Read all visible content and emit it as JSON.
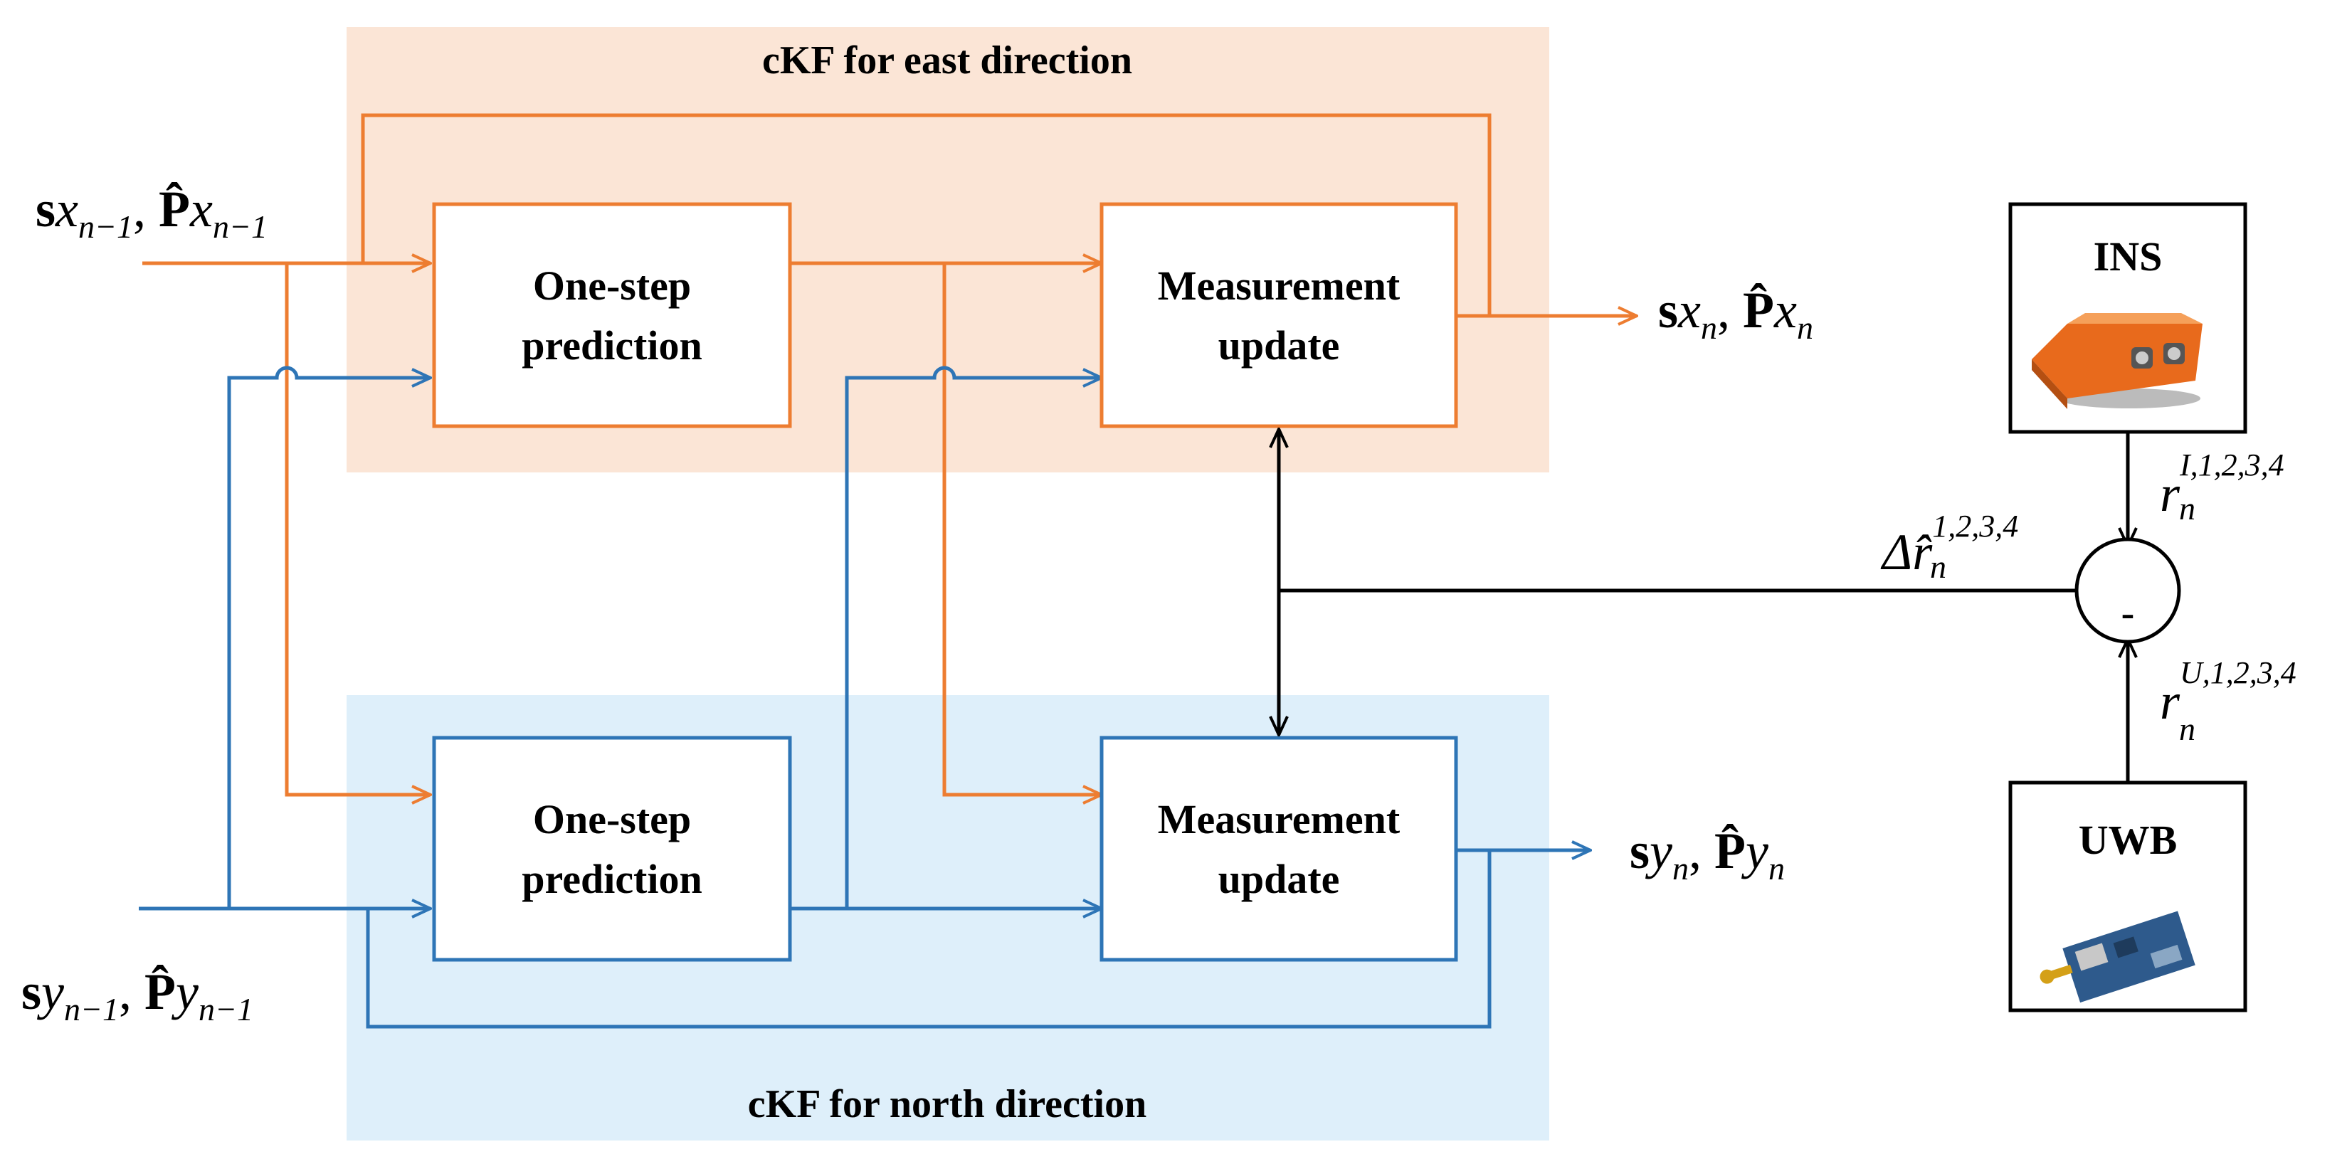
{
  "east_panel": {
    "title": "cKF for east direction"
  },
  "north_panel": {
    "title": "cKF for north direction"
  },
  "blocks": {
    "east_prediction": [
      "One-step",
      "prediction"
    ],
    "east_update": [
      "Measurement",
      "update"
    ],
    "north_prediction": [
      "One-step",
      "prediction"
    ],
    "north_update": [
      "Measurement",
      "update"
    ],
    "ins": "INS",
    "uwb": "UWB"
  },
  "signals": {
    "east_in": {
      "s": "s",
      "var": "x",
      "sub": "n−1",
      "p": "P̂",
      "pvar": "x",
      "psub": "n−1"
    },
    "east_out": {
      "s": "s",
      "var": "x",
      "sub": "n",
      "p": "P̂",
      "pvar": "x",
      "psub": "n"
    },
    "north_in": {
      "s": "s",
      "var": "y",
      "sub": "n−1",
      "p": "P̂",
      "pvar": "y",
      "psub": "n−1"
    },
    "north_out": {
      "s": "s",
      "var": "y",
      "sub": "n",
      "p": "P̂",
      "pvar": "y",
      "psub": "n"
    },
    "r_ins": {
      "base": "r",
      "sup": "I,1,2,3,4",
      "sub": "n"
    },
    "r_uwb": {
      "base": "r",
      "sup": "U,1,2,3,4",
      "sub": "n"
    },
    "delta_r": {
      "base": "Δr̂",
      "sup": "1,2,3,4",
      "sub": "n"
    }
  },
  "subtractor": {
    "minus": "-"
  },
  "colors": {
    "east": "#ED7D31",
    "north": "#2E75B6",
    "east_bg": "#FBE5D6",
    "north_bg": "#DEEFFA",
    "black": "#000000"
  }
}
